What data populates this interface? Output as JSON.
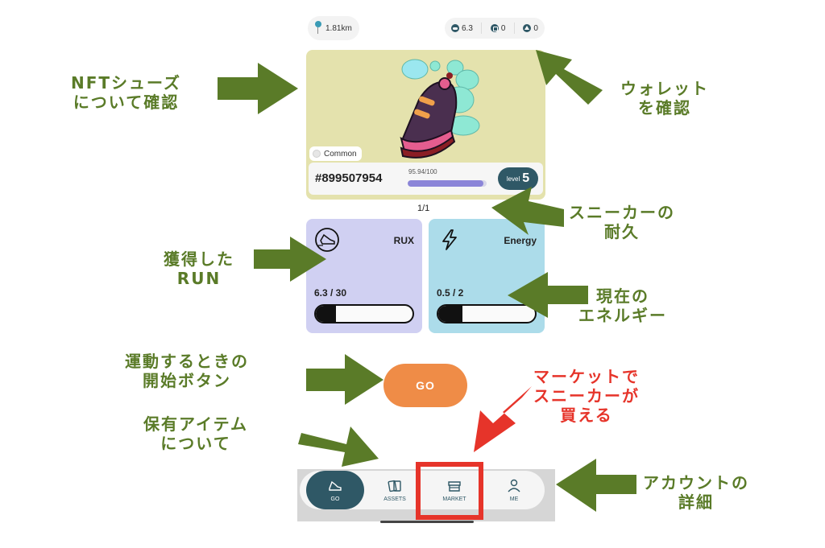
{
  "top_bar": {
    "distance": "1.81km",
    "wallet": [
      {
        "icon": "sneaker-coin-icon",
        "value": "6.3"
      },
      {
        "icon": "square-coin-icon",
        "value": "0"
      },
      {
        "icon": "triangle-coin-icon",
        "value": "0"
      }
    ]
  },
  "shoe": {
    "rarity": "Common",
    "id": "#899507954",
    "durability_text": "95.94/100",
    "durability_fraction": 0.9594,
    "level_label": "level",
    "level": "5"
  },
  "pager": "1/1",
  "stats": {
    "run": {
      "title": "RUX",
      "value": "6.3 / 30",
      "fraction": 0.21
    },
    "energy": {
      "title": "Energy",
      "value": "0.5 / 2",
      "fraction": 0.25
    }
  },
  "go_button": "GO",
  "nav": [
    {
      "label": "GO",
      "icon": "sneaker-icon",
      "active": true
    },
    {
      "label": "ASSETS",
      "icon": "cards-icon",
      "active": false
    },
    {
      "label": "MARKET",
      "icon": "store-icon",
      "active": false
    },
    {
      "label": "ME",
      "icon": "person-icon",
      "active": false
    }
  ],
  "annotations": {
    "nft_shoes": [
      "NFTシューズ",
      "について確認"
    ],
    "wallet": [
      "ウォレット",
      "を確認"
    ],
    "durability": [
      "スニーカーの",
      "耐久"
    ],
    "earned_run": [
      "獲得した",
      "RUN"
    ],
    "energy": [
      "現在の",
      "エネルギー"
    ],
    "start_button": [
      "運動するときの",
      "開始ボタン"
    ],
    "items": [
      "保有アイテム",
      "について"
    ],
    "market": [
      "マーケットで",
      "スニーカーが",
      "買える"
    ],
    "account": [
      "アカウントの",
      "詳細"
    ]
  },
  "colors": {
    "annotation_green": "#5a7b28",
    "annotation_red": "#e6342a",
    "brand_teal": "#2f5866",
    "go_orange": "#ef8c47"
  }
}
